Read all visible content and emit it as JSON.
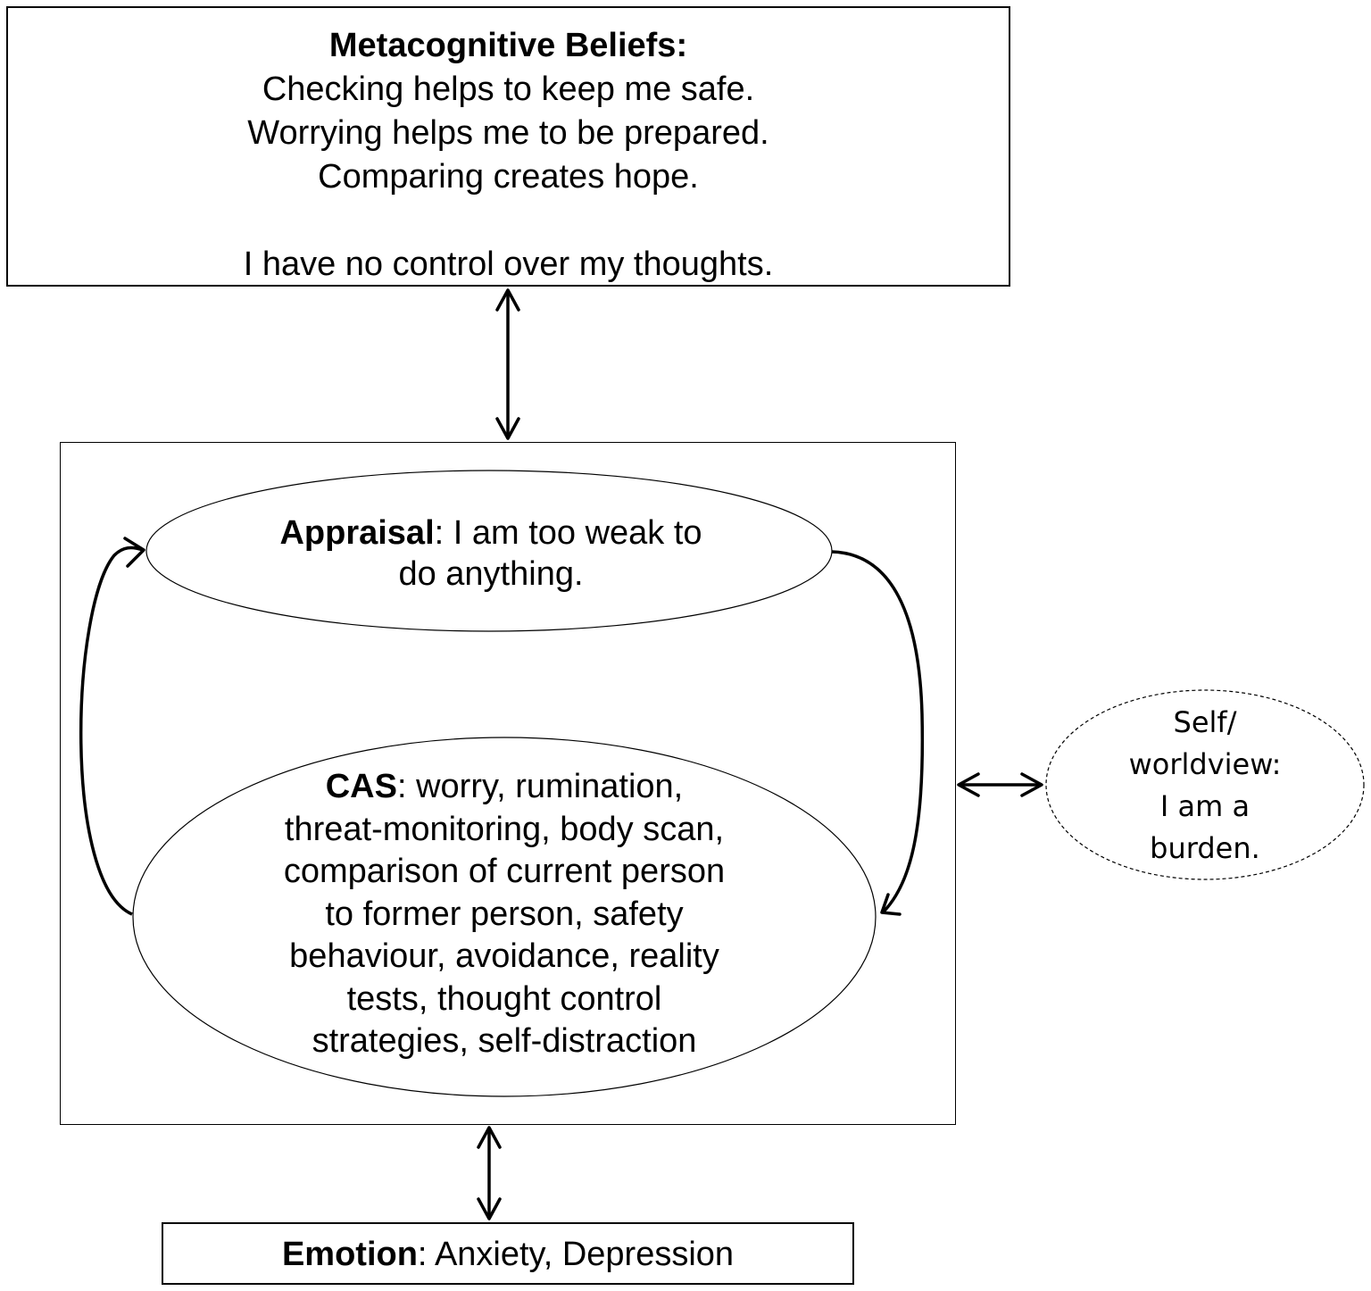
{
  "metacognitive": {
    "heading": "Metacognitive Beliefs:",
    "line1": "Checking helps to keep me safe.",
    "line2": "Worrying helps me to be prepared.",
    "line3": "Comparing creates hope.",
    "line4": "I have no control over my thoughts."
  },
  "appraisal": {
    "label": "Appraisal",
    "text_line1": ": I am too weak to",
    "text_line2": "do anything."
  },
  "cas": {
    "label": "CAS",
    "line1": ": worry, rumination,",
    "line2": "threat-monitoring, body scan,",
    "line3": "comparison of current person",
    "line4": "to former person, safety",
    "line5": "behaviour, avoidance, reality",
    "line6": "tests, thought control",
    "line7": "strategies, self-distraction"
  },
  "self_worldview": {
    "line1": "Self/",
    "line2": "worldview:",
    "line3": "I am a",
    "line4": "burden."
  },
  "emotion": {
    "label": "Emotion",
    "text": ": Anxiety, Depression"
  }
}
